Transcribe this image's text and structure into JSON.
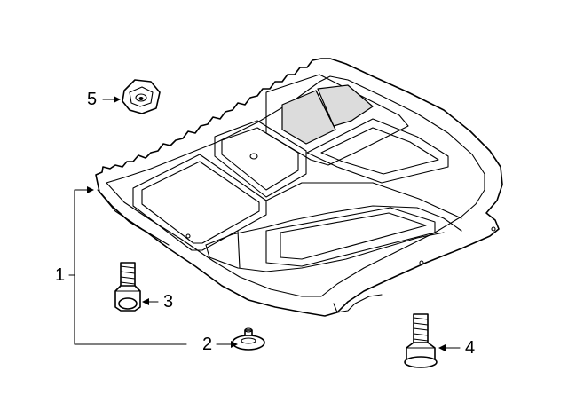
{
  "callouts": {
    "c1": "1",
    "c2": "2",
    "c3": "3",
    "c4": "4",
    "c5": "5"
  },
  "parts": [
    "engine-splash-shield",
    "push-rivet",
    "shield-bolt",
    "flange-bolt",
    "speed-nut"
  ]
}
